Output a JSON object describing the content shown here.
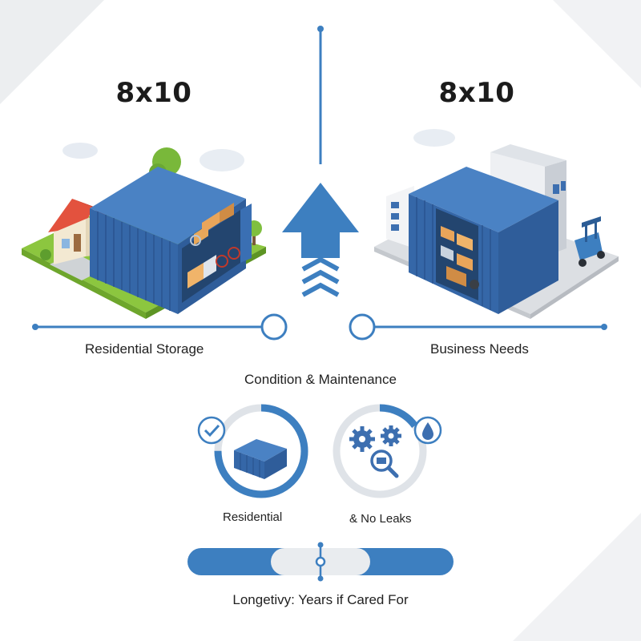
{
  "left_panel": {
    "size_title": "8x10",
    "caption": "Residential Storage"
  },
  "right_panel": {
    "size_title": "8x10",
    "caption": "Business Needs"
  },
  "condition": {
    "heading": "Condition & Maintenance",
    "residential_label": "Residential",
    "no_leaks_label": "& No Leaks",
    "residential_ring_fraction": 0.75,
    "no_leaks_ring_fraction": 0.15
  },
  "longevity": {
    "caption": "Longetivy: Years if Cared For"
  },
  "colors": {
    "accent_blue": "#3d7fc0",
    "container_blue": "#3a6fb3",
    "ring_gray": "#d9dde2",
    "background": "#f1f2f4"
  }
}
